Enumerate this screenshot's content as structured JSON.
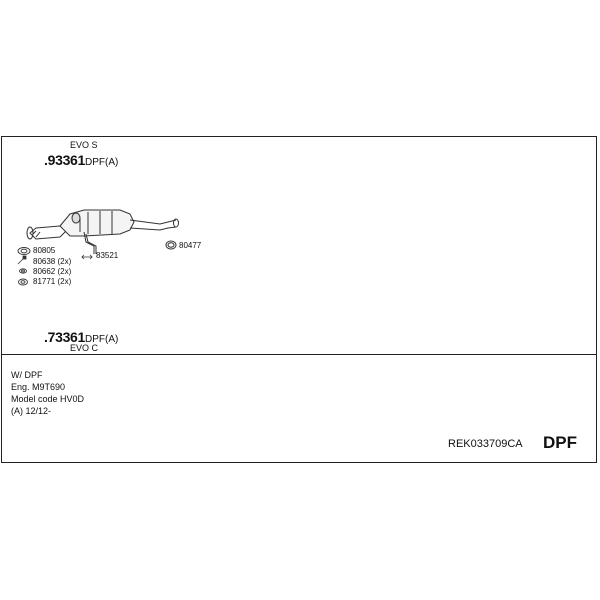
{
  "diagram": {
    "top": {
      "variant_label": "EVO S",
      "part_prefix": ".",
      "part_number": "93361",
      "part_suffix": "DPF(A)"
    },
    "bottom": {
      "variant_label": "EVO C",
      "part_prefix": ".",
      "part_number": "73361",
      "part_suffix": "DPF(A)"
    },
    "small_parts": [
      {
        "number": "80805"
      },
      {
        "number": "80638 (2x)"
      },
      {
        "number": "80662 (2x)"
      },
      {
        "number": "81771 (2x)"
      }
    ],
    "callouts": {
      "clamp_right": "80477",
      "bracket": "83521"
    }
  },
  "notes": {
    "line1": "W/ DPF",
    "line2": "Eng. M9T690",
    "line3": "Model code HV0D",
    "line4": "(A) 12/12-"
  },
  "footer": {
    "reference": "REK033709CA",
    "badge": "DPF"
  }
}
